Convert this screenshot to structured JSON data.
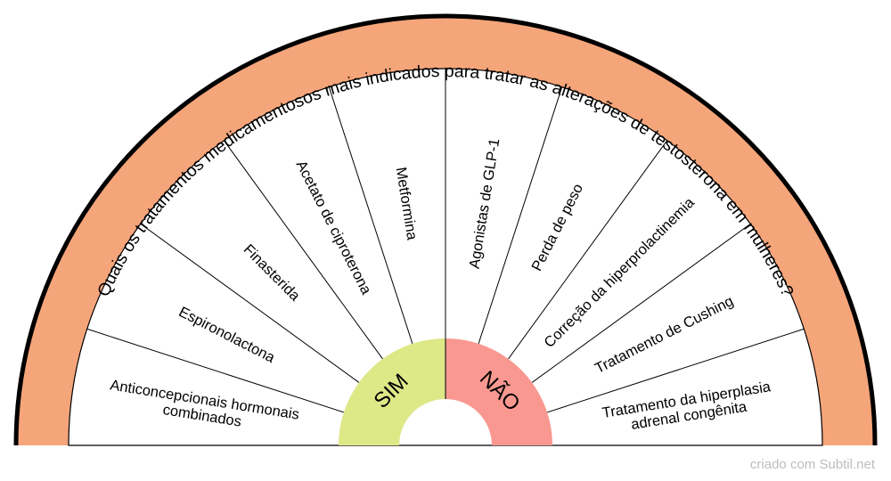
{
  "title": "Quais os tratamentos medicamentosos mais indicados para tratar as alterações de testosterona em mulheres?",
  "groups": [
    {
      "label": "SIM",
      "color": "#dde887"
    },
    {
      "label": "NÃO",
      "color": "#f99890"
    }
  ],
  "items": [
    {
      "group": 0,
      "lines": [
        "Anticoncepcionais hormonais",
        "combinados"
      ]
    },
    {
      "group": 0,
      "lines": [
        "Espironolactona"
      ]
    },
    {
      "group": 0,
      "lines": [
        "Finasterida"
      ]
    },
    {
      "group": 0,
      "lines": [
        "Acetato de ciproterona"
      ]
    },
    {
      "group": 0,
      "lines": [
        "Metformina"
      ]
    },
    {
      "group": 1,
      "lines": [
        "Agonistas de GLP-1"
      ]
    },
    {
      "group": 1,
      "lines": [
        "Perda de peso"
      ]
    },
    {
      "group": 1,
      "lines": [
        "Correção da hiperprolactinemia"
      ]
    },
    {
      "group": 1,
      "lines": [
        "Tratamento de Cushing"
      ]
    },
    {
      "group": 1,
      "lines": [
        "Tratamento da hiperplasia",
        "adrenal congênita"
      ]
    }
  ],
  "colors": {
    "ring": "#f5a57a",
    "outline": "#000000"
  },
  "footer": "criado com Subtil.net"
}
